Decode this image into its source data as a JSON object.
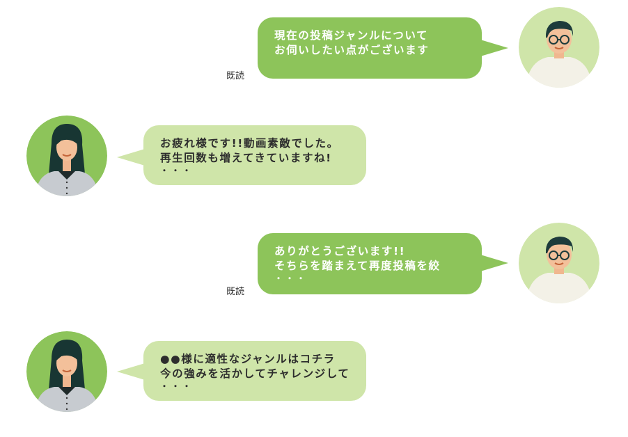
{
  "messages": [
    {
      "side": "right",
      "lines": [
        "現在の投稿ジャンルについて",
        "お伺いしたい点がございます"
      ],
      "dots": "",
      "read": "既読"
    },
    {
      "side": "left",
      "lines": [
        "お疲れ様です!!動画素敵でした。",
        "再生回数も増えてきていますね!"
      ],
      "dots": "・・・",
      "read": ""
    },
    {
      "side": "right",
      "lines": [
        "ありがとうございます!!",
        "そちらを踏まえて再度投稿を絞"
      ],
      "dots": "・・・",
      "read": "既読"
    },
    {
      "side": "left",
      "lines": [
        "●●様に適性なジャンルはコチラ",
        "今の強みを活かしてチャレンジして"
      ],
      "dots": "・・・",
      "read": ""
    }
  ],
  "colors": {
    "right_bubble": "#8dc45a",
    "left_bubble": "#cfe5a9",
    "avatar_bg_man": "#cfe5a9",
    "avatar_bg_woman": "#8dc45a"
  },
  "icons": {
    "man": "man-avatar-icon",
    "woman": "woman-avatar-icon"
  }
}
